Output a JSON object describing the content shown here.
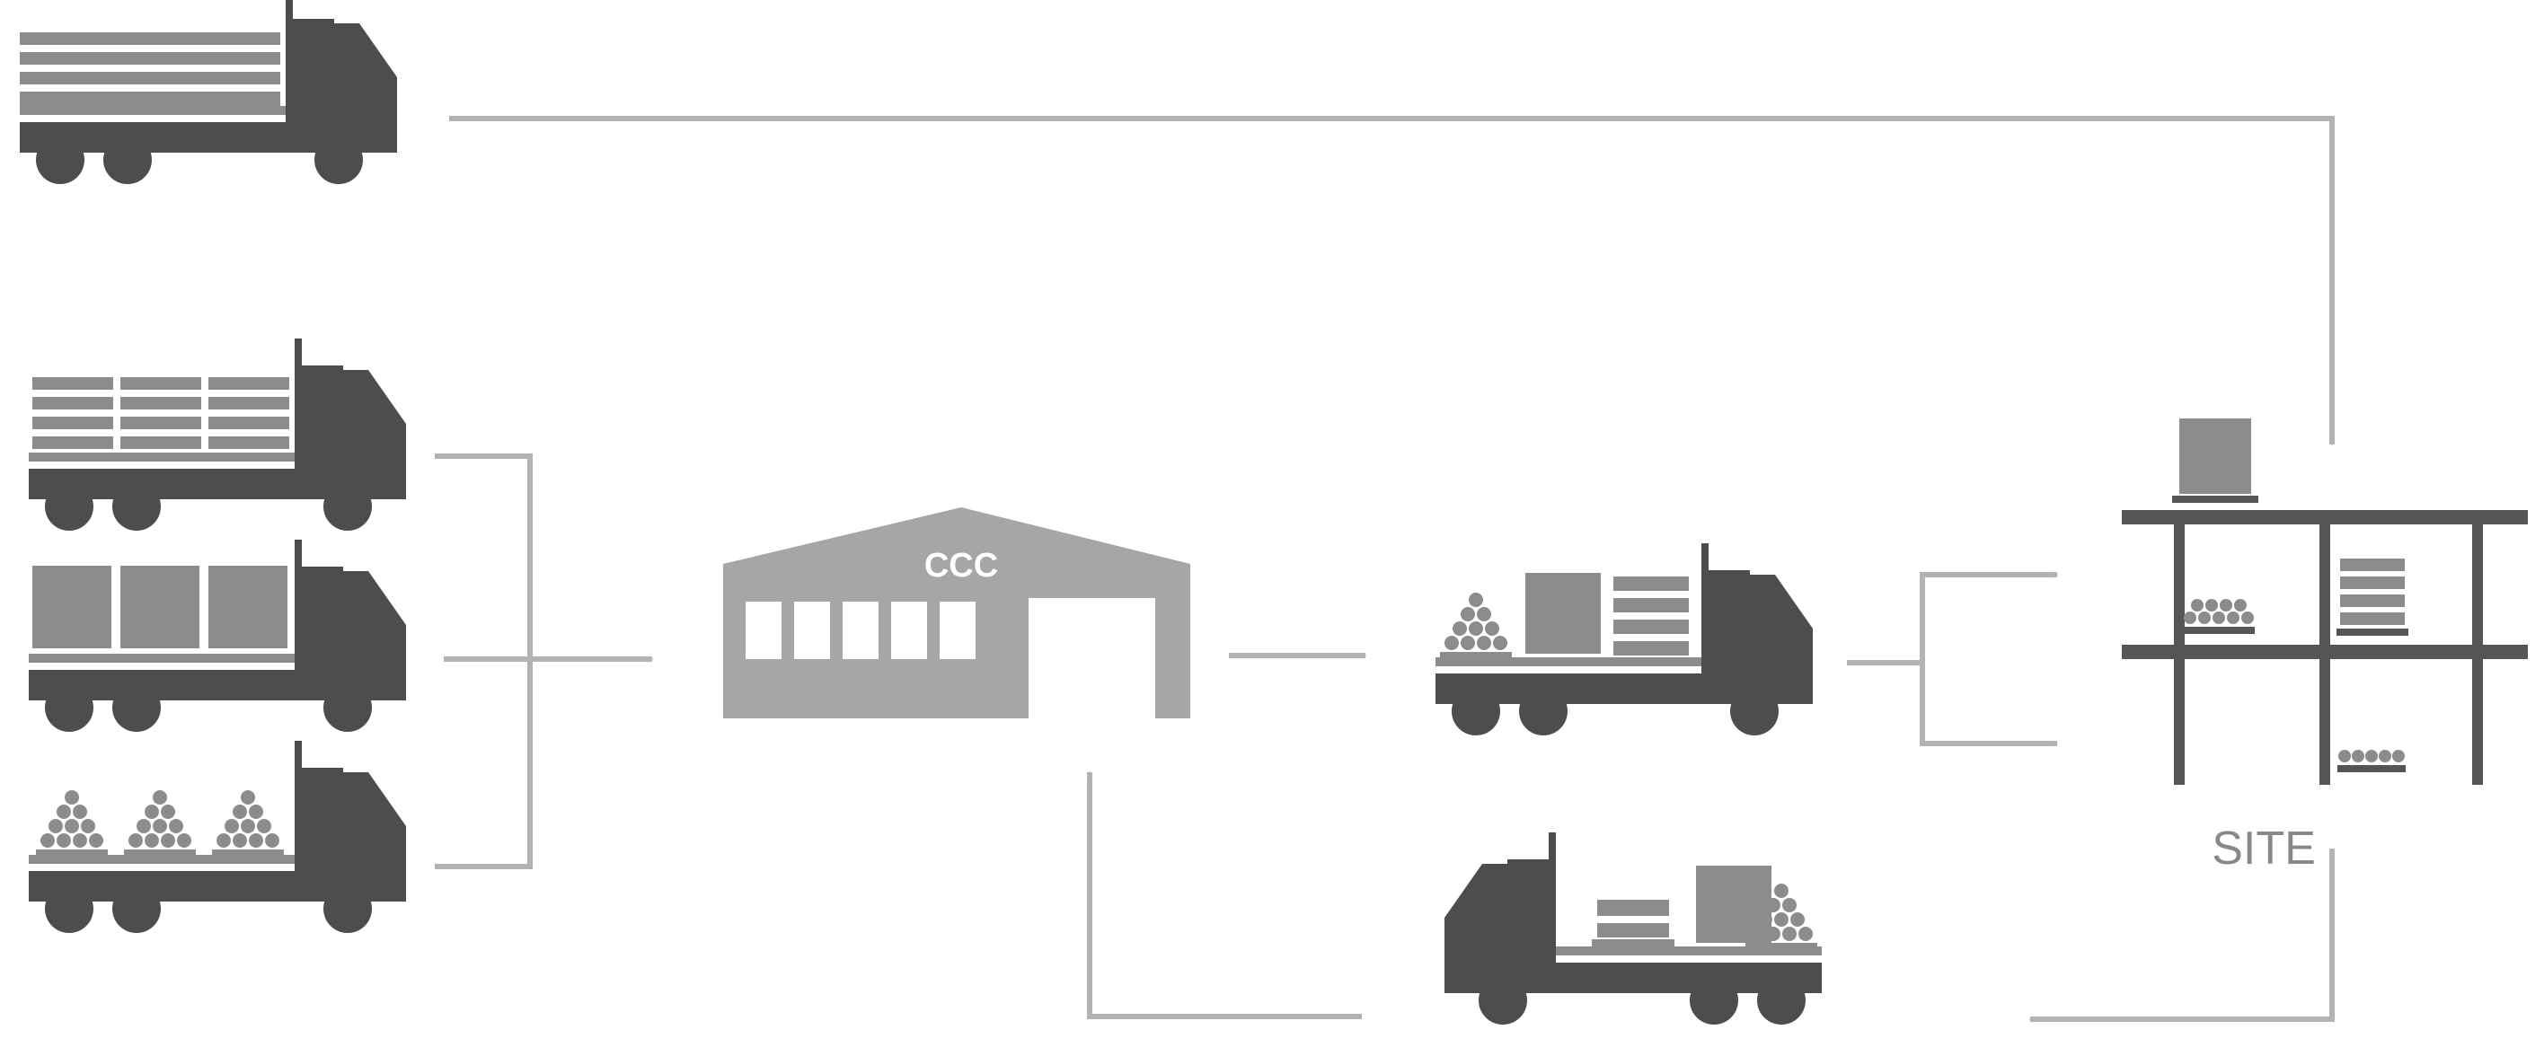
{
  "labels": {
    "consolidation_centre": "CCC",
    "site": "SITE"
  },
  "colors": {
    "truck_dark": "#4d4d4d",
    "cargo_gray": "#8c8c8c",
    "flow_arrow": "#b3b3b3",
    "building_fill": "#a6a6a6",
    "site_structure": "#555555",
    "background": "#ffffff"
  },
  "icons": {
    "truck": "truck-icon",
    "warehouse": "warehouse-icon",
    "site": "site-structure-icon"
  },
  "flows": [
    {
      "id": "direct-delivery",
      "from": "supplier-truck-timber",
      "to": "site"
    },
    {
      "id": "supplier-to-ccc",
      "from": "supplier-trucks",
      "to": "ccc"
    },
    {
      "id": "ccc-to-consolidated",
      "from": "ccc",
      "to": "consolidated-truck"
    },
    {
      "id": "consolidated-to-site",
      "from": "consolidated-truck",
      "to": "site"
    },
    {
      "id": "site-return",
      "from": "site",
      "to": "return-truck"
    },
    {
      "id": "return-to-ccc",
      "from": "return-truck",
      "to": "ccc"
    }
  ]
}
